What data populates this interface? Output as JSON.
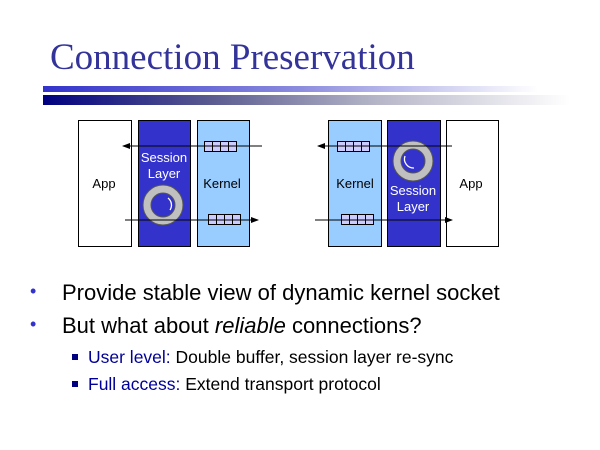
{
  "title": "Connection Preservation",
  "diagram": {
    "left": {
      "app": "App",
      "session_line1": "Session",
      "session_line2": "Layer",
      "kernel": "Kernel"
    },
    "right": {
      "kernel": "Kernel",
      "session_line1": "Session",
      "session_line2": "Layer",
      "app": "App"
    },
    "colors": {
      "session": "#3333cc",
      "kernel": "#99ccff",
      "queue_cell": "#ccccff",
      "ring": "#c0c0c0"
    }
  },
  "bullets": [
    {
      "text": "Provide stable view of dynamic kernel socket"
    },
    {
      "before": "But what about ",
      "italic": "reliable",
      "after": " connections?"
    }
  ],
  "sub_bullets": [
    {
      "label": "User level:",
      "text": " Double buffer, session layer re-sync"
    },
    {
      "label": "Full access:",
      "text": " Extend transport protocol"
    }
  ]
}
